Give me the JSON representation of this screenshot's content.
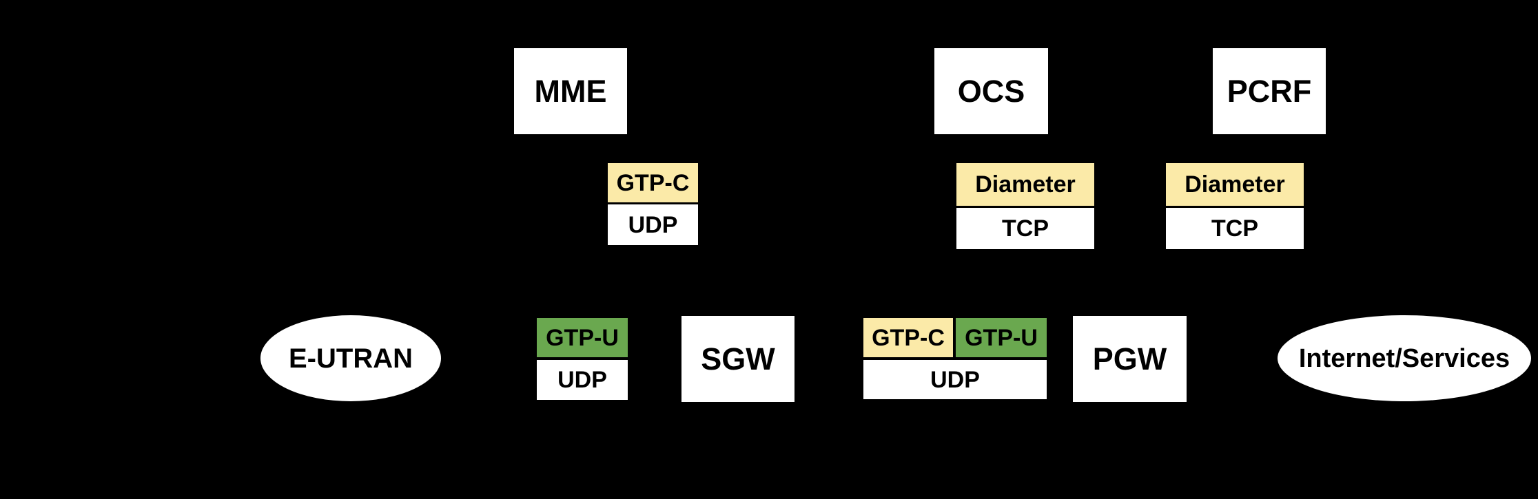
{
  "nodes": {
    "mme": "MME",
    "ocs": "OCS",
    "pcrf": "PCRF",
    "sgw": "SGW",
    "pgw": "PGW",
    "eutran": "E-UTRAN",
    "internet": "Internet/Services"
  },
  "stacks": {
    "mme_sgw": {
      "top": "GTP-C",
      "bottom": "UDP"
    },
    "ocs_pgw": {
      "top": "Diameter",
      "bottom": "TCP"
    },
    "pcrf_pgw": {
      "top": "Diameter",
      "bottom": "TCP"
    },
    "eutran_sgw": {
      "top": "GTP-U",
      "bottom": "UDP"
    },
    "sgw_pgw": {
      "left": "GTP-C",
      "right": "GTP-U",
      "bottom": "UDP"
    }
  },
  "colors": {
    "background": "#000000",
    "node_fill": "#ffffff",
    "gtp_c_fill": "#fbeaa8",
    "gtp_u_fill": "#6aa84f"
  }
}
